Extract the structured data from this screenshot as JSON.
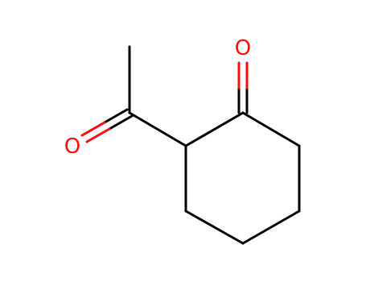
{
  "molecule": {
    "atoms": [
      {
        "id": "o_ketone",
        "label": "O",
        "color": "#ff0d0d"
      },
      {
        "id": "o_acetyl",
        "label": "O",
        "color": "#ff0d0d"
      }
    ],
    "bond_color": "#000000",
    "heteroatom_color": "#ff0d0d"
  }
}
